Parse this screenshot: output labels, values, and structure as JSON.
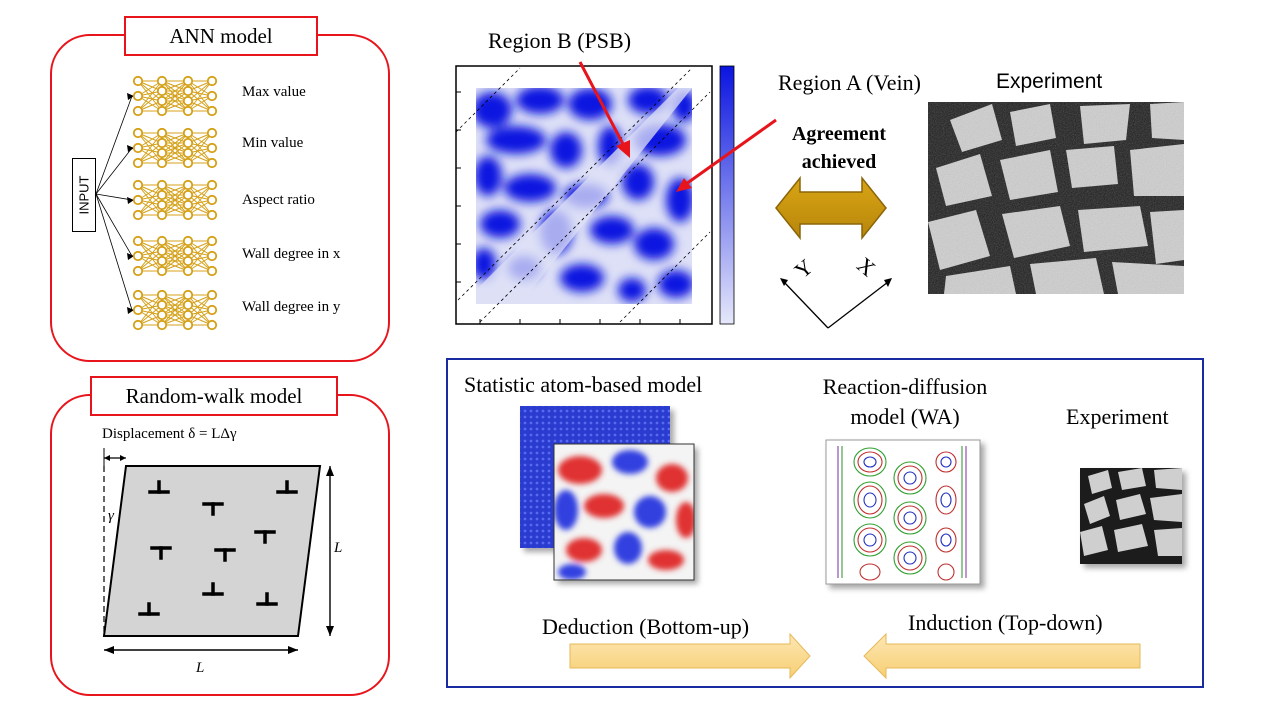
{
  "ann": {
    "title": "ANN model",
    "input_label": "INPUT",
    "outputs": [
      "Max value",
      "Min value",
      "Aspect ratio",
      "Wall degree in x",
      "Wall degree in y"
    ]
  },
  "random_walk": {
    "title": "Random-walk model",
    "displacement_label": "Displacement δ = LΔγ",
    "gamma": "γ",
    "L_side": "L",
    "L_bottom": "L"
  },
  "simulation": {
    "region_b": "Region B (PSB)",
    "region_a": "Region A (Vein)",
    "agreement": "Agreement achieved",
    "axis_y": "Y",
    "axis_x": "X",
    "experiment_top": "Experiment"
  },
  "bottom_panel": {
    "statistic_model": "Statistic atom-based model",
    "reaction_diffusion": "Reaction-diffusion model (WA)",
    "experiment": "Experiment",
    "deduction": "Deduction (Bottom-up)",
    "induction": "Induction (Top-down)"
  },
  "colors": {
    "red_border": "#e8141b",
    "blue_border": "#1a2aa0",
    "neural_net": "#d4a017",
    "agreement_arrow": "#c8940a",
    "flow_arrow": "#fbd98b",
    "sim_blue": "#0a14e0",
    "sim_light": "#dde0f6"
  }
}
